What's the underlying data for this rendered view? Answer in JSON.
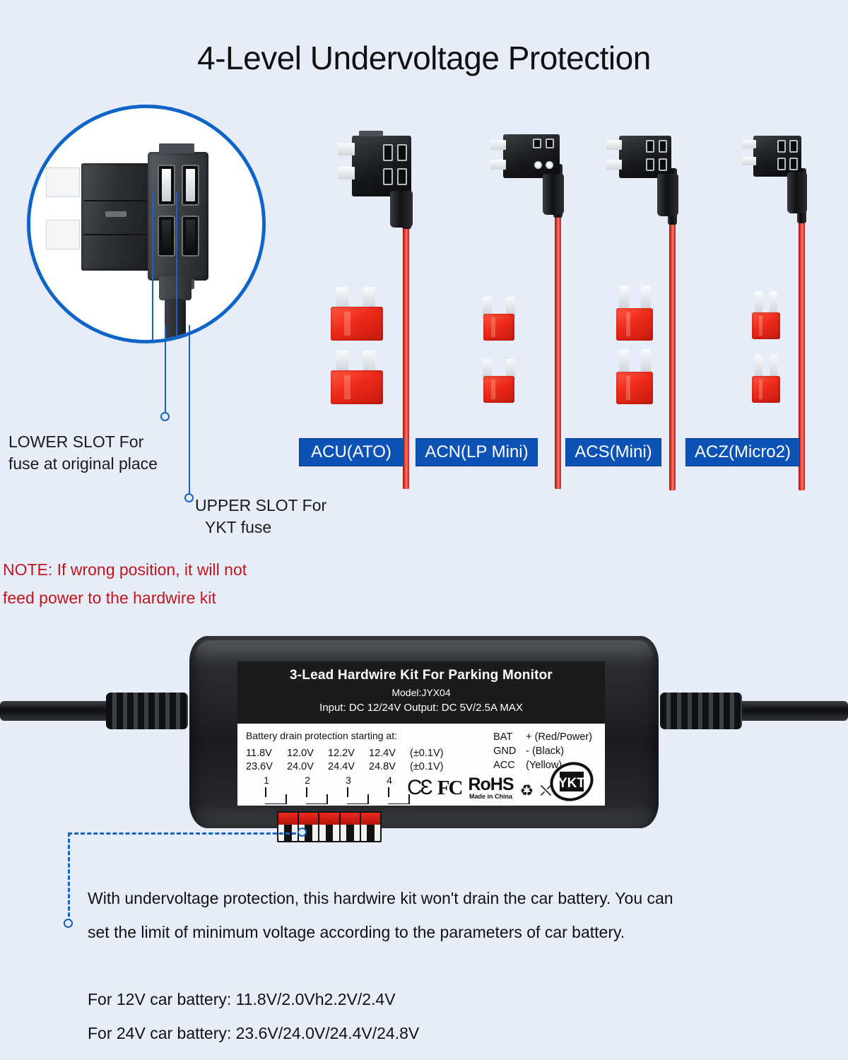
{
  "page": {
    "title": "4-Level Undervoltage Protection",
    "background_color": "#e7ecf9",
    "accent_blue": "#0e64c8",
    "chip_blue": "#0d52b5",
    "note_red": "#c0171c",
    "wire_red": "#ee2a19"
  },
  "magnifier": {
    "label": "fuse-holder-closeup"
  },
  "callouts": {
    "lower_slot": "LOWER SLOT For\nfuse at original place",
    "lower_slot_line1": "LOWER SLOT For",
    "lower_slot_line2": "fuse at original place",
    "upper_slot_line1": "UPPER SLOT For",
    "upper_slot_line2": "YKT fuse"
  },
  "note": {
    "line1": "NOTE: If wrong position, it will not",
    "line2": "feed power to the hardwire kit"
  },
  "fuse_types": [
    {
      "label": "ACU(ATO)",
      "icon": "fuse-tap-ato"
    },
    {
      "label": "ACN(LP Mini)",
      "icon": "fuse-tap-lp-mini"
    },
    {
      "label": "ACS(Mini)",
      "icon": "fuse-tap-mini"
    },
    {
      "label": "ACZ(Micro2)",
      "icon": "fuse-tap-micro2"
    }
  ],
  "device": {
    "black_label": {
      "heading": "3-Lead Hardwire Kit For Parking Monitor",
      "model": "Model:JYX04",
      "io": "Input: DC 12/24V   Output: DC 5V/2.5A MAX"
    },
    "white_label": {
      "title": "Battery drain protection starting at:",
      "row_12v": [
        "11.8V",
        "12.0V",
        "12.2V",
        "12.4V"
      ],
      "row_24v": [
        "23.6V",
        "24.0V",
        "24.4V",
        "24.8V"
      ],
      "tolerance_12v": "(±0.1V)",
      "tolerance_24v": "(±0.1V)",
      "switch_numbers": [
        "1",
        "2",
        "3",
        "4"
      ],
      "pinout": [
        {
          "key": "BAT",
          "value": "+ (Red/Power)"
        },
        {
          "key": "GND",
          "value": "- (Black)"
        },
        {
          "key": "ACC",
          "value": "  (Yellow)"
        }
      ],
      "certs": {
        "ce": "CƐ",
        "fcc": "FC",
        "rohs_line1": "RoHS",
        "rohs_line2": "Made in China",
        "recycle_icon": "recycle-icon",
        "weee_icon": "weee-bin-icon",
        "brand_logo": "ykt-logo",
        "brand_text": "YKT"
      }
    },
    "dip_switch_name": "dip-switch-bank"
  },
  "description": {
    "line1": "With undervoltage protection, this hardwire kit won't drain the car battery. You can",
    "line2": "set the limit of minimum voltage according to the parameters of car battery."
  },
  "battery_settings": {
    "line_12v": "For 12V car battery: 11.8V/2.0Vh2.2V/2.4V",
    "line_24v": "For 24V car battery: 23.6V/24.0V/24.4V/24.8V"
  }
}
